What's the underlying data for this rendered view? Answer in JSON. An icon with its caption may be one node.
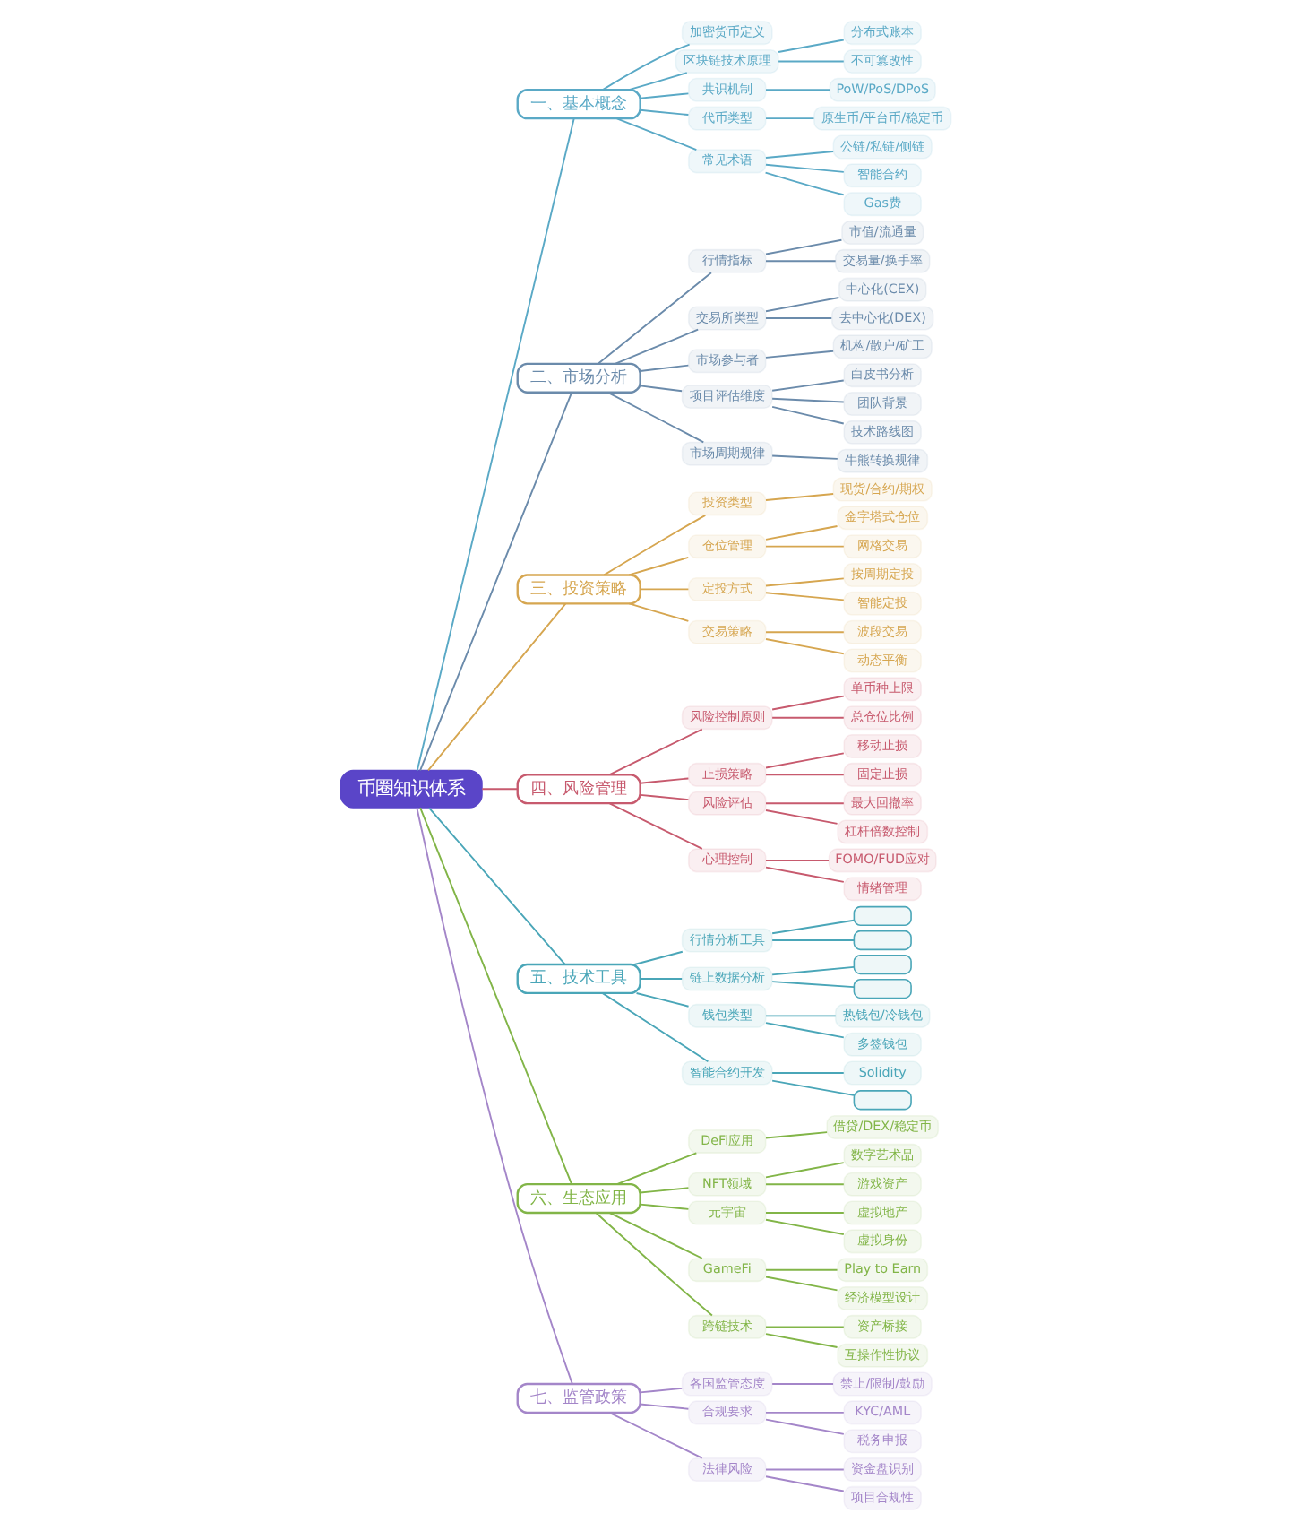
{
  "diagram": {
    "nodes": [
      {
        "text": [
          "币圈知识体系"
        ]
      },
      {
        "text": [
          "一、基本概念"
        ]
      },
      {
        "text": [
          "加密货币定义"
        ]
      },
      {
        "text": [
          "区块链技术原理"
        ]
      },
      {
        "text": [
          "分布式账本"
        ]
      },
      {
        "text": [
          "不可篡改性"
        ]
      },
      {
        "text": [
          "共识机制"
        ]
      },
      {
        "text": [
          "PoW/PoS/DPoS"
        ]
      },
      {
        "text": [
          "代币类型"
        ]
      },
      {
        "text": [
          "原生币/平台币/稳定币"
        ]
      },
      {
        "text": [
          "常见术语"
        ]
      },
      {
        "text": [
          "公链/私链/侧链"
        ]
      },
      {
        "text": [
          "智能合约"
        ]
      },
      {
        "text": [
          "Gas费"
        ]
      },
      {
        "text": [
          "二、市场分析"
        ]
      },
      {
        "text": [
          "行情指标"
        ]
      },
      {
        "text": [
          "市值/流通量"
        ]
      },
      {
        "text": [
          "交易量/换手率"
        ]
      },
      {
        "text": [
          "交易所类型"
        ]
      },
      {
        "text": [
          "中心化(CEX)"
        ]
      },
      {
        "text": [
          "去中心化(DEX)"
        ]
      },
      {
        "text": [
          "市场参与者"
        ]
      },
      {
        "text": [
          "机构/散户/矿工"
        ]
      },
      {
        "text": [
          "项目评估维度"
        ]
      },
      {
        "text": [
          "白皮书分析"
        ]
      },
      {
        "text": [
          "团队背景"
        ]
      },
      {
        "text": [
          "技术路线图"
        ]
      },
      {
        "text": [
          "市场周期规律"
        ]
      },
      {
        "text": [
          "牛熊转换规律"
        ]
      },
      {
        "text": [
          "三、投资策略"
        ]
      },
      {
        "text": [
          "投资类型"
        ]
      },
      {
        "text": [
          "现货/合约/期权"
        ]
      },
      {
        "text": [
          "仓位管理"
        ]
      },
      {
        "text": [
          "金字塔式仓位"
        ]
      },
      {
        "text": [
          "网格交易"
        ]
      },
      {
        "text": [
          "定投方式"
        ]
      },
      {
        "text": [
          "按周期定投"
        ]
      },
      {
        "text": [
          "智能定投"
        ]
      },
      {
        "text": [
          "交易策略"
        ]
      },
      {
        "text": [
          "波段交易"
        ]
      },
      {
        "text": [
          "动态平衡"
        ]
      },
      {
        "text": [
          "四、风险管理"
        ]
      },
      {
        "text": [
          "风险控制原则"
        ]
      },
      {
        "text": [
          "单币种上限"
        ]
      },
      {
        "text": [
          "总仓位比例"
        ]
      },
      {
        "text": [
          "止损策略"
        ]
      },
      {
        "text": [
          "移动止损"
        ]
      },
      {
        "text": [
          "固定止损"
        ]
      },
      {
        "text": [
          "风险评估"
        ]
      },
      {
        "text": [
          "最大回撤率"
        ]
      },
      {
        "text": [
          "杠杆倍数控制"
        ]
      },
      {
        "text": [
          "心理控制"
        ]
      },
      {
        "text": [
          "FOMO/FUD应对"
        ]
      },
      {
        "text": [
          "情绪管理"
        ]
      },
      {
        "text": [
          "五、技术工具"
        ]
      },
      {
        "text": [
          "行情分析工具"
        ]
      },
      {
        "text": [],
        "shape": "box"
      },
      {
        "text": [],
        "shape": "box"
      },
      {
        "text": [
          "链上数据分析"
        ]
      },
      {
        "text": [],
        "shape": "box"
      },
      {
        "text": [],
        "shape": "box"
      },
      {
        "text": [
          "钱包类型"
        ]
      },
      {
        "text": [
          "热钱包/冷钱包"
        ]
      },
      {
        "text": [
          "多签钱包"
        ]
      },
      {
        "text": [
          "智能合约开发"
        ]
      },
      {
        "text": [
          "Solidity"
        ]
      },
      {
        "text": [],
        "shape": "box"
      },
      {
        "text": [
          "六、生态应用"
        ]
      },
      {
        "text": [
          "DeFi应用"
        ]
      },
      {
        "text": [
          "借贷/DEX/稳定币"
        ]
      },
      {
        "text": [
          "NFT领域"
        ]
      },
      {
        "text": [
          "数字艺术品"
        ]
      },
      {
        "text": [
          "游戏资产"
        ]
      },
      {
        "text": [
          "元宇宙"
        ]
      },
      {
        "text": [
          "虚拟地产"
        ]
      },
      {
        "text": [
          "虚拟身份"
        ]
      },
      {
        "text": [
          "GameFi"
        ]
      },
      {
        "text": [
          "Play to Earn"
        ]
      },
      {
        "text": [
          "经济模型设计"
        ]
      },
      {
        "text": [
          "跨链技术"
        ]
      },
      {
        "text": [
          "资产桥接"
        ]
      },
      {
        "text": [
          "互操作性协议"
        ]
      },
      {
        "text": [
          "七、监管政策"
        ]
      },
      {
        "text": [
          "各国监管态度"
        ]
      },
      {
        "text": [
          "禁止/限制/鼓励"
        ]
      },
      {
        "text": [
          "合规要求"
        ]
      },
      {
        "text": [
          "KYC/AML"
        ]
      },
      {
        "text": [
          "税务申报"
        ]
      },
      {
        "text": [
          "法律风险"
        ]
      },
      {
        "text": [
          "资金盘识别"
        ]
      },
      {
        "text": [
          "项目合规性"
        ]
      }
    ],
    "edges": [
      {
        "from": 0,
        "to": 1,
        "arrow": "none",
        "color": "#5aa9c6"
      },
      {
        "from": 1,
        "to": 2,
        "arrow": "none",
        "color": "#5aa9c6"
      },
      {
        "from": 1,
        "to": 3,
        "arrow": "none",
        "color": "#5aa9c6"
      },
      {
        "from": 3,
        "to": 4,
        "arrow": "none",
        "color": "#5aa9c6"
      },
      {
        "from": 3,
        "to": 5,
        "arrow": "none",
        "color": "#5aa9c6"
      },
      {
        "from": 1,
        "to": 6,
        "arrow": "none",
        "color": "#5aa9c6"
      },
      {
        "from": 6,
        "to": 7,
        "arrow": "none",
        "color": "#5aa9c6"
      },
      {
        "from": 1,
        "to": 8,
        "arrow": "none",
        "color": "#5aa9c6"
      },
      {
        "from": 8,
        "to": 9,
        "arrow": "none",
        "color": "#5aa9c6"
      },
      {
        "from": 1,
        "to": 10,
        "arrow": "none",
        "color": "#5aa9c6"
      },
      {
        "from": 10,
        "to": 11,
        "arrow": "none",
        "color": "#5aa9c6"
      },
      {
        "from": 10,
        "to": 12,
        "arrow": "none",
        "color": "#5aa9c6"
      },
      {
        "from": 10,
        "to": 13,
        "arrow": "none",
        "color": "#5aa9c6"
      },
      {
        "from": 0,
        "to": 14,
        "arrow": "none",
        "color": "#6b8bab"
      },
      {
        "from": 14,
        "to": 15,
        "arrow": "none",
        "color": "#6b8bab"
      },
      {
        "from": 15,
        "to": 16,
        "arrow": "none",
        "color": "#6b8bab"
      },
      {
        "from": 15,
        "to": 17,
        "arrow": "none",
        "color": "#6b8bab"
      },
      {
        "from": 14,
        "to": 18,
        "arrow": "none",
        "color": "#6b8bab"
      },
      {
        "from": 18,
        "to": 19,
        "arrow": "none",
        "color": "#6b8bab"
      },
      {
        "from": 18,
        "to": 20,
        "arrow": "none",
        "color": "#6b8bab"
      },
      {
        "from": 14,
        "to": 21,
        "arrow": "none",
        "color": "#6b8bab"
      },
      {
        "from": 21,
        "to": 22,
        "arrow": "none",
        "color": "#6b8bab"
      },
      {
        "from": 14,
        "to": 23,
        "arrow": "none",
        "color": "#6b8bab"
      },
      {
        "from": 23,
        "to": 24,
        "arrow": "none",
        "color": "#6b8bab"
      },
      {
        "from": 23,
        "to": 25,
        "arrow": "none",
        "color": "#6b8bab"
      },
      {
        "from": 23,
        "to": 26,
        "arrow": "none",
        "color": "#6b8bab"
      },
      {
        "from": 14,
        "to": 27,
        "arrow": "none",
        "color": "#6b8bab"
      },
      {
        "from": 27,
        "to": 28,
        "arrow": "none",
        "color": "#6b8bab"
      },
      {
        "from": 0,
        "to": 29,
        "arrow": "none",
        "color": "#d6a650"
      },
      {
        "from": 29,
        "to": 30,
        "arrow": "none",
        "color": "#d6a650"
      },
      {
        "from": 30,
        "to": 31,
        "arrow": "none",
        "color": "#d6a650"
      },
      {
        "from": 29,
        "to": 32,
        "arrow": "none",
        "color": "#d6a650"
      },
      {
        "from": 32,
        "to": 33,
        "arrow": "none",
        "color": "#d6a650"
      },
      {
        "from": 32,
        "to": 34,
        "arrow": "none",
        "color": "#d6a650"
      },
      {
        "from": 29,
        "to": 35,
        "arrow": "none",
        "color": "#d6a650"
      },
      {
        "from": 35,
        "to": 36,
        "arrow": "none",
        "color": "#d6a650"
      },
      {
        "from": 35,
        "to": 37,
        "arrow": "none",
        "color": "#d6a650"
      },
      {
        "from": 29,
        "to": 38,
        "arrow": "none",
        "color": "#d6a650"
      },
      {
        "from": 38,
        "to": 39,
        "arrow": "none",
        "color": "#d6a650"
      },
      {
        "from": 38,
        "to": 40,
        "arrow": "none",
        "color": "#d6a650"
      },
      {
        "from": 0,
        "to": 41,
        "arrow": "none",
        "color": "#c75a6e"
      },
      {
        "from": 41,
        "to": 42,
        "arrow": "none",
        "color": "#c75a6e"
      },
      {
        "from": 42,
        "to": 43,
        "arrow": "none",
        "color": "#c75a6e"
      },
      {
        "from": 42,
        "to": 44,
        "arrow": "none",
        "color": "#c75a6e"
      },
      {
        "from": 41,
        "to": 45,
        "arrow": "none",
        "color": "#c75a6e"
      },
      {
        "from": 45,
        "to": 46,
        "arrow": "none",
        "color": "#c75a6e"
      },
      {
        "from": 45,
        "to": 47,
        "arrow": "none",
        "color": "#c75a6e"
      },
      {
        "from": 41,
        "to": 48,
        "arrow": "none",
        "color": "#c75a6e"
      },
      {
        "from": 48,
        "to": 49,
        "arrow": "none",
        "color": "#c75a6e"
      },
      {
        "from": 48,
        "to": 50,
        "arrow": "none",
        "color": "#c75a6e"
      },
      {
        "from": 41,
        "to": 51,
        "arrow": "none",
        "color": "#c75a6e"
      },
      {
        "from": 51,
        "to": 52,
        "arrow": "none",
        "color": "#c75a6e"
      },
      {
        "from": 51,
        "to": 53,
        "arrow": "none",
        "color": "#c75a6e"
      },
      {
        "from": 0,
        "to": 54,
        "arrow": "none",
        "color": "#4aa6b8"
      },
      {
        "from": 54,
        "to": 55,
        "arrow": "none",
        "color": "#4aa6b8"
      },
      {
        "from": 55,
        "to": 56,
        "arrow": "none",
        "color": "#4aa6b8"
      },
      {
        "from": 55,
        "to": 57,
        "arrow": "none",
        "color": "#4aa6b8"
      },
      {
        "from": 54,
        "to": 58,
        "arrow": "none",
        "color": "#4aa6b8"
      },
      {
        "from": 58,
        "to": 59,
        "arrow": "none",
        "color": "#4aa6b8"
      },
      {
        "from": 58,
        "to": 60,
        "arrow": "none",
        "color": "#4aa6b8"
      },
      {
        "from": 54,
        "to": 61,
        "arrow": "none",
        "color": "#4aa6b8"
      },
      {
        "from": 61,
        "to": 62,
        "arrow": "none",
        "color": "#4aa6b8"
      },
      {
        "from": 61,
        "to": 63,
        "arrow": "none",
        "color": "#4aa6b8"
      },
      {
        "from": 54,
        "to": 64,
        "arrow": "none",
        "color": "#4aa6b8"
      },
      {
        "from": 64,
        "to": 65,
        "arrow": "none",
        "color": "#4aa6b8"
      },
      {
        "from": 64,
        "to": 66,
        "arrow": "none",
        "color": "#4aa6b8"
      },
      {
        "from": 0,
        "to": 67,
        "arrow": "none",
        "color": "#82b548"
      },
      {
        "from": 67,
        "to": 68,
        "arrow": "none",
        "color": "#82b548"
      },
      {
        "from": 68,
        "to": 69,
        "arrow": "none",
        "color": "#82b548"
      },
      {
        "from": 67,
        "to": 70,
        "arrow": "none",
        "color": "#82b548"
      },
      {
        "from": 70,
        "to": 71,
        "arrow": "none",
        "color": "#82b548"
      },
      {
        "from": 70,
        "to": 72,
        "arrow": "none",
        "color": "#82b548"
      },
      {
        "from": 67,
        "to": 73,
        "arrow": "none",
        "color": "#82b548"
      },
      {
        "from": 73,
        "to": 74,
        "arrow": "none",
        "color": "#82b548"
      },
      {
        "from": 73,
        "to": 75,
        "arrow": "none",
        "color": "#82b548"
      },
      {
        "from": 67,
        "to": 76,
        "arrow": "none",
        "color": "#82b548"
      },
      {
        "from": 76,
        "to": 77,
        "arrow": "none",
        "color": "#82b548"
      },
      {
        "from": 76,
        "to": 78,
        "arrow": "none",
        "color": "#82b548"
      },
      {
        "from": 67,
        "to": 79,
        "arrow": "none",
        "color": "#82b548"
      },
      {
        "from": 79,
        "to": 80,
        "arrow": "none",
        "color": "#82b548"
      },
      {
        "from": 79,
        "to": 81,
        "arrow": "none",
        "color": "#82b548"
      },
      {
        "from": 0,
        "to": 82,
        "arrow": "none",
        "color": "#a486c9"
      },
      {
        "from": 82,
        "to": 83,
        "arrow": "none",
        "color": "#a486c9"
      },
      {
        "from": 83,
        "to": 84,
        "arrow": "none",
        "color": "#a486c9"
      },
      {
        "from": 82,
        "to": 85,
        "arrow": "none",
        "color": "#a486c9"
      },
      {
        "from": 85,
        "to": 86,
        "arrow": "none",
        "color": "#a486c9"
      },
      {
        "from": 85,
        "to": 87,
        "arrow": "none",
        "color": "#a486c9"
      },
      {
        "from": 82,
        "to": 88,
        "arrow": "none",
        "color": "#a486c9"
      },
      {
        "from": 88,
        "to": 89,
        "arrow": "none",
        "color": "#a486c9"
      },
      {
        "from": 88,
        "to": 90,
        "arrow": "none",
        "color": "#a486c9"
      }
    ]
  }
}
